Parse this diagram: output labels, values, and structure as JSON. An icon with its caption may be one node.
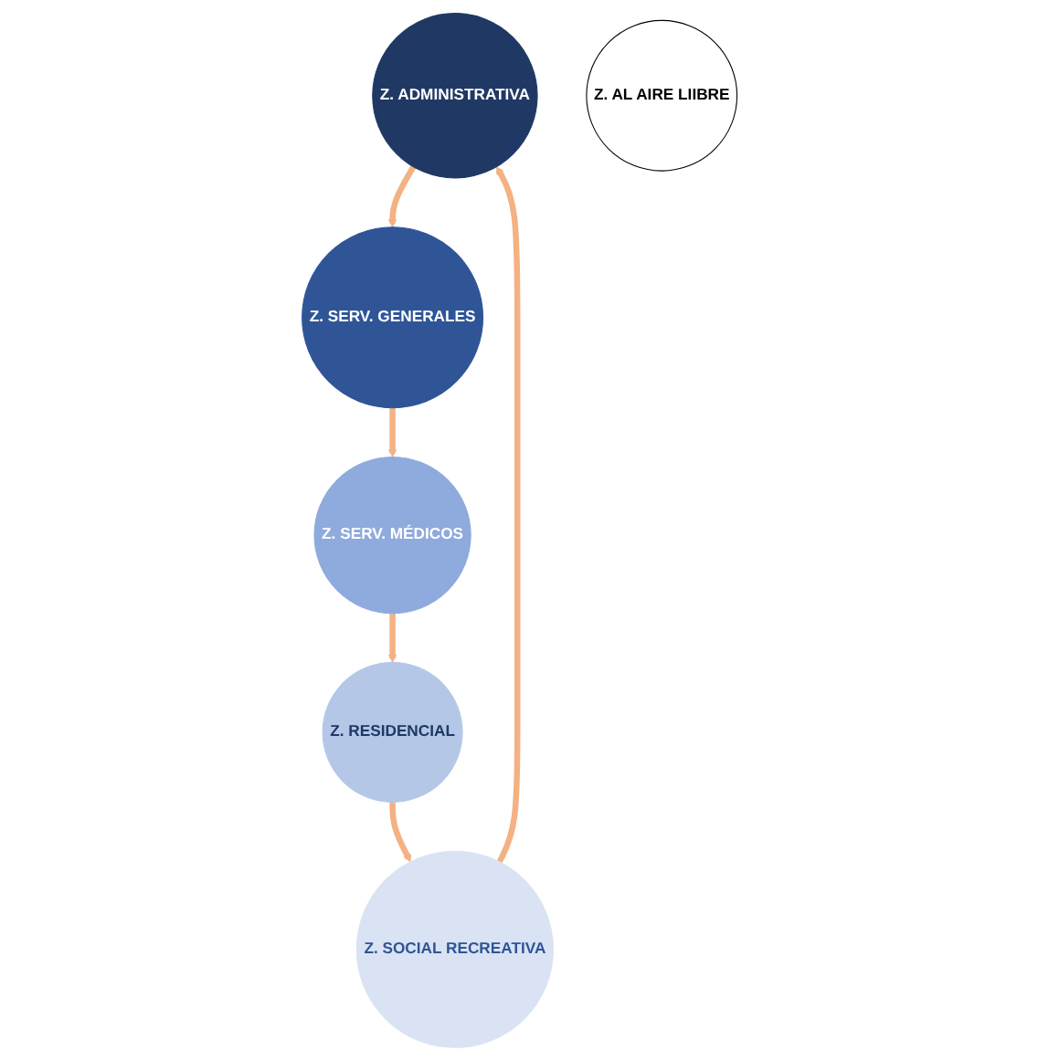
{
  "diagram": {
    "nodes": [
      {
        "text": [
          "Z. ADMINISTRATIVA"
        ]
      },
      {
        "text": [
          "Z. SERV. GENERALES"
        ]
      },
      {
        "text": [
          "Z. SERV. MÉDICOS"
        ]
      },
      {
        "text": [
          "Z. RESIDENCIAL"
        ]
      },
      {
        "text": [
          "Z. SOCIAL RECREATIVA"
        ]
      },
      {
        "text": [
          "Z. AL AIRE LIIBRE"
        ]
      }
    ],
    "edges": [
      {
        "from": 0,
        "to": 1,
        "arrow": "to"
      },
      {
        "from": 1,
        "to": 2,
        "arrow": "to"
      },
      {
        "from": 2,
        "to": 3,
        "arrow": "to"
      },
      {
        "from": 3,
        "to": 4,
        "arrow": "to"
      },
      {
        "from": 4,
        "to": 0,
        "arrow": "to"
      }
    ]
  }
}
